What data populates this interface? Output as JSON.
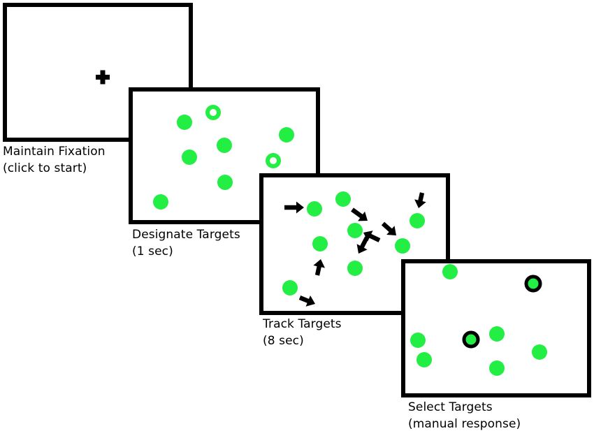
{
  "colors": {
    "frame": "#000000",
    "dot": "#22ee44",
    "background": "#ffffff",
    "arrow": "#000000"
  },
  "panels": [
    {
      "label": "Maintain Fixation",
      "sublabel": "(click to start)",
      "icon": "fixation-cross"
    },
    {
      "label": "Designate Targets",
      "sublabel": "(1 sec)",
      "icon": "target-highlight-ring"
    },
    {
      "label": "Track Targets",
      "sublabel": "(8 sec)",
      "icon": "motion-arrow"
    },
    {
      "label": "Select Targets",
      "sublabel": "(manual response)",
      "icon": "selection-ring"
    }
  ]
}
